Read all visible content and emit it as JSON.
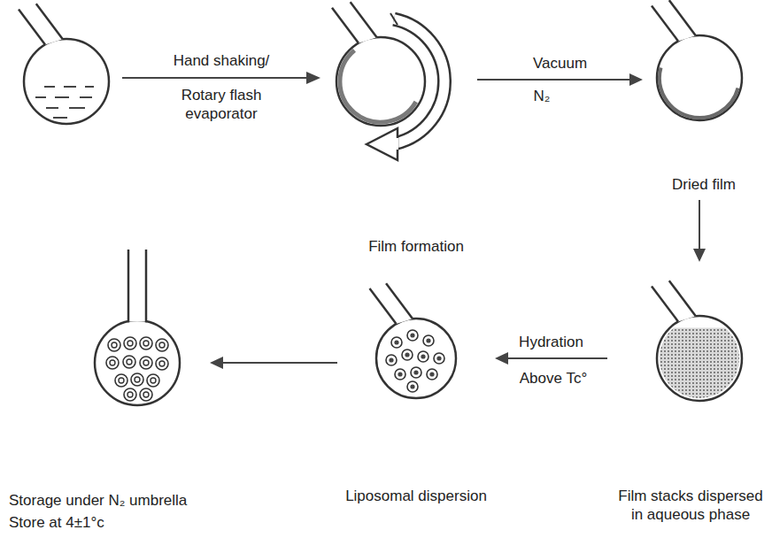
{
  "diagram": {
    "nodes": [
      {
        "text": [
          "Film formation"
        ]
      },
      {
        "text": [
          "Dried film"
        ]
      },
      {
        "text": [
          "Film stacks dispersed in aqueous phase"
        ]
      },
      {
        "text": [
          "Liposomal dispersion"
        ]
      },
      {
        "text": [
          "Storage under N₂ umbrella",
          "Store at 4±1°c"
        ]
      }
    ],
    "edges": [
      {
        "from": 0,
        "to": 1,
        "label": "Vacuum",
        "arrow": "to"
      },
      {
        "from": 1,
        "to": 2,
        "arrow": "to"
      },
      {
        "from": 2,
        "to": 3,
        "label": "Hydration",
        "arrow": "to"
      },
      {
        "from": 3,
        "to": 4,
        "arrow": "to"
      }
    ],
    "labels": [
      "Hand shaking/",
      "Rotary flash evaporator",
      "N₂",
      "Above Tc°"
    ]
  }
}
